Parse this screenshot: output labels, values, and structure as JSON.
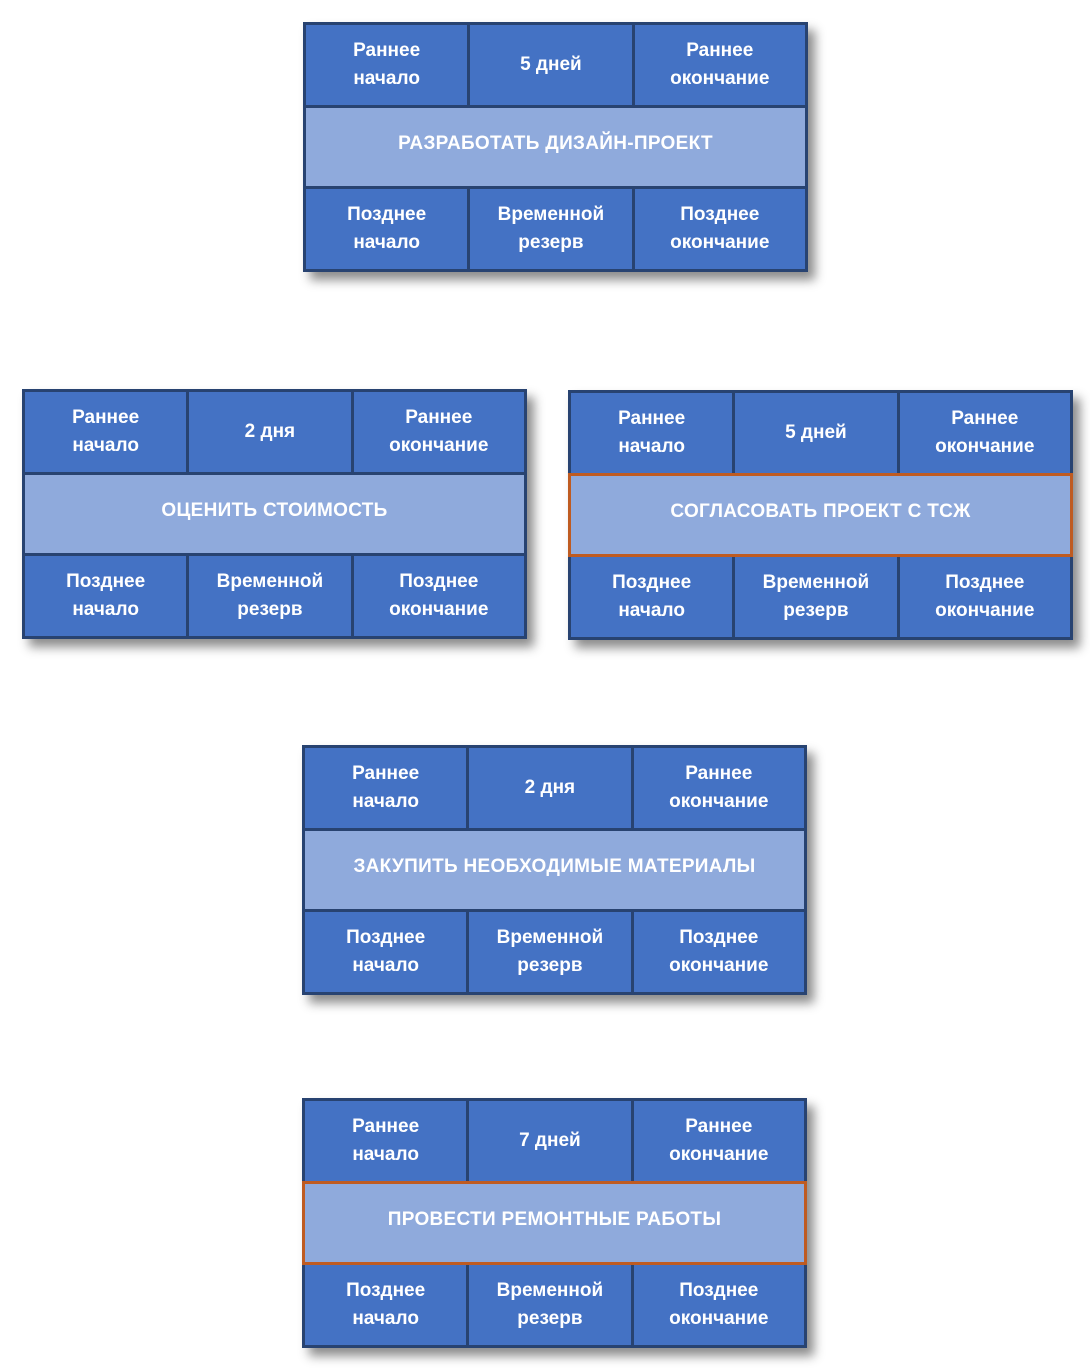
{
  "diagram": {
    "type": "pert-network-nodes",
    "labels": {
      "early_start": "Раннее\nначало",
      "early_finish": "Раннее\nокончание",
      "late_start": "Позднее\nначало",
      "slack": "Временной\nрезерв",
      "late_finish": "Позднее\nокончание"
    },
    "nodes": [
      {
        "title": "РАЗРАБОТАТЬ ДИЗАЙН-ПРОЕКТ",
        "duration": "5 дней",
        "highlighted": false
      },
      {
        "title": "ОЦЕНИТЬ СТОИМОСТЬ",
        "duration": "2 дня",
        "highlighted": false
      },
      {
        "title": "СОГЛАСОВАТЬ ПРОЕКТ С ТСЖ",
        "duration": "5 дней",
        "highlighted": true
      },
      {
        "title": "ЗАКУПИТЬ НЕОБХОДИМЫЕ МАТЕРИАЛЫ",
        "duration": "2 дня",
        "highlighted": false
      },
      {
        "title": "ПРОВЕСТИ РЕМОНТНЫЕ РАБОТЫ",
        "duration": "7 дней",
        "highlighted": true
      }
    ],
    "colors": {
      "cell_fill": "#4472C4",
      "title_fill": "#8FAADC",
      "border": "#284371",
      "highlight_border": "#BF5B21",
      "text": "#FFFFFF",
      "background": "#FFFFFF"
    }
  }
}
